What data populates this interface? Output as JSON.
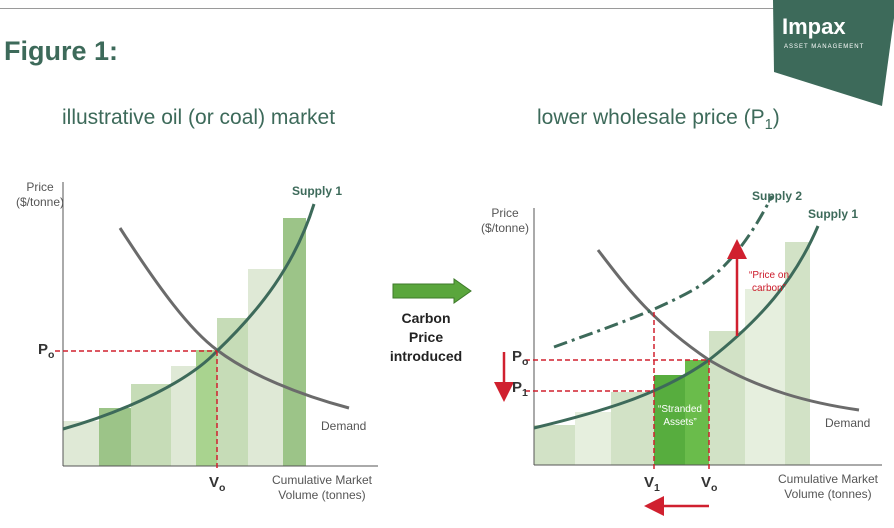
{
  "figure_title": "Figure 1:",
  "logo": {
    "name": "Impax",
    "subtitle": "ASSET MANAGEMENT",
    "color": "#3d6a5a"
  },
  "left_panel": {
    "title": "illustrative oil (or coal) market",
    "y_axis_label": "Price\n($/tonne)",
    "x_axis_label": "Cumulative Market\nVolume (tonnes)",
    "supply_label": "Supply 1",
    "demand_label": "Demand",
    "price_label": "P",
    "price_sub": "o",
    "volume_label": "V",
    "volume_sub": "o"
  },
  "middle": {
    "arrow_label": "Carbon\nPrice\nintroduced"
  },
  "right_panel": {
    "title": "lower wholesale price (P",
    "title_sub": "1",
    "title_end": ")",
    "y_axis_label": "Price\n($/tonne)",
    "x_axis_label": "Cumulative Market\nVolume (tonnes)",
    "supply1_label": "Supply 1",
    "supply2_label": "Supply 2",
    "demand_label": "Demand",
    "p0_label": "P",
    "p0_sub": "o",
    "p1_label": "P",
    "p1_sub": "1",
    "v1_label": "V",
    "v1_sub": "1",
    "v0_label": "V",
    "v0_sub": "o",
    "carbon_price_note": "“Price on\ncarbon”",
    "stranded_note": "“Stranded\nAssets”"
  },
  "colors": {
    "axis": "#555555",
    "curve_green": "#3d6a5a",
    "demand_grey": "#6b6b6b",
    "red": "#d0202f",
    "arrow_green": "#5aa63c"
  }
}
